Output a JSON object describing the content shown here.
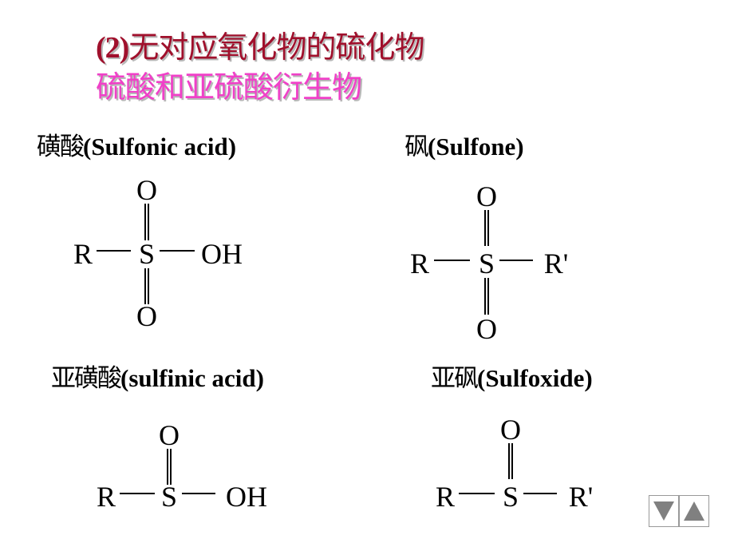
{
  "slide": {
    "title_prefix": "(2)",
    "title_line1": "无对应氧化物的硫化物",
    "title_line2": "硫酸和亚硫酸衍生物",
    "colors": {
      "title1": "#a0102c",
      "title2": "#f040c8",
      "shadow": "#b8b8b8"
    }
  },
  "sections": [
    {
      "cn": "磺酸",
      "en": "(Sulfonic acid)",
      "atoms": {
        "top": "O",
        "left": "R",
        "center": "S",
        "right": "OH",
        "bottom": "O"
      }
    },
    {
      "cn": "砜",
      "en": "(Sulfone)",
      "atoms": {
        "top": "O",
        "left": "R",
        "center": "S",
        "right": "R'",
        "bottom": "O"
      }
    },
    {
      "cn": "亚磺酸",
      "en": "(sulfinic acid)",
      "atoms": {
        "top": "O",
        "left": "R",
        "center": "S",
        "right": "OH"
      }
    },
    {
      "cn": "亚砜",
      "en": "(Sulfoxide)",
      "atoms": {
        "top": "O",
        "left": "R",
        "center": "S",
        "right": "R'"
      }
    }
  ],
  "nav": {
    "prev_icon": "triangle-down-icon",
    "next_icon": "triangle-up-icon",
    "color": "#808080"
  }
}
